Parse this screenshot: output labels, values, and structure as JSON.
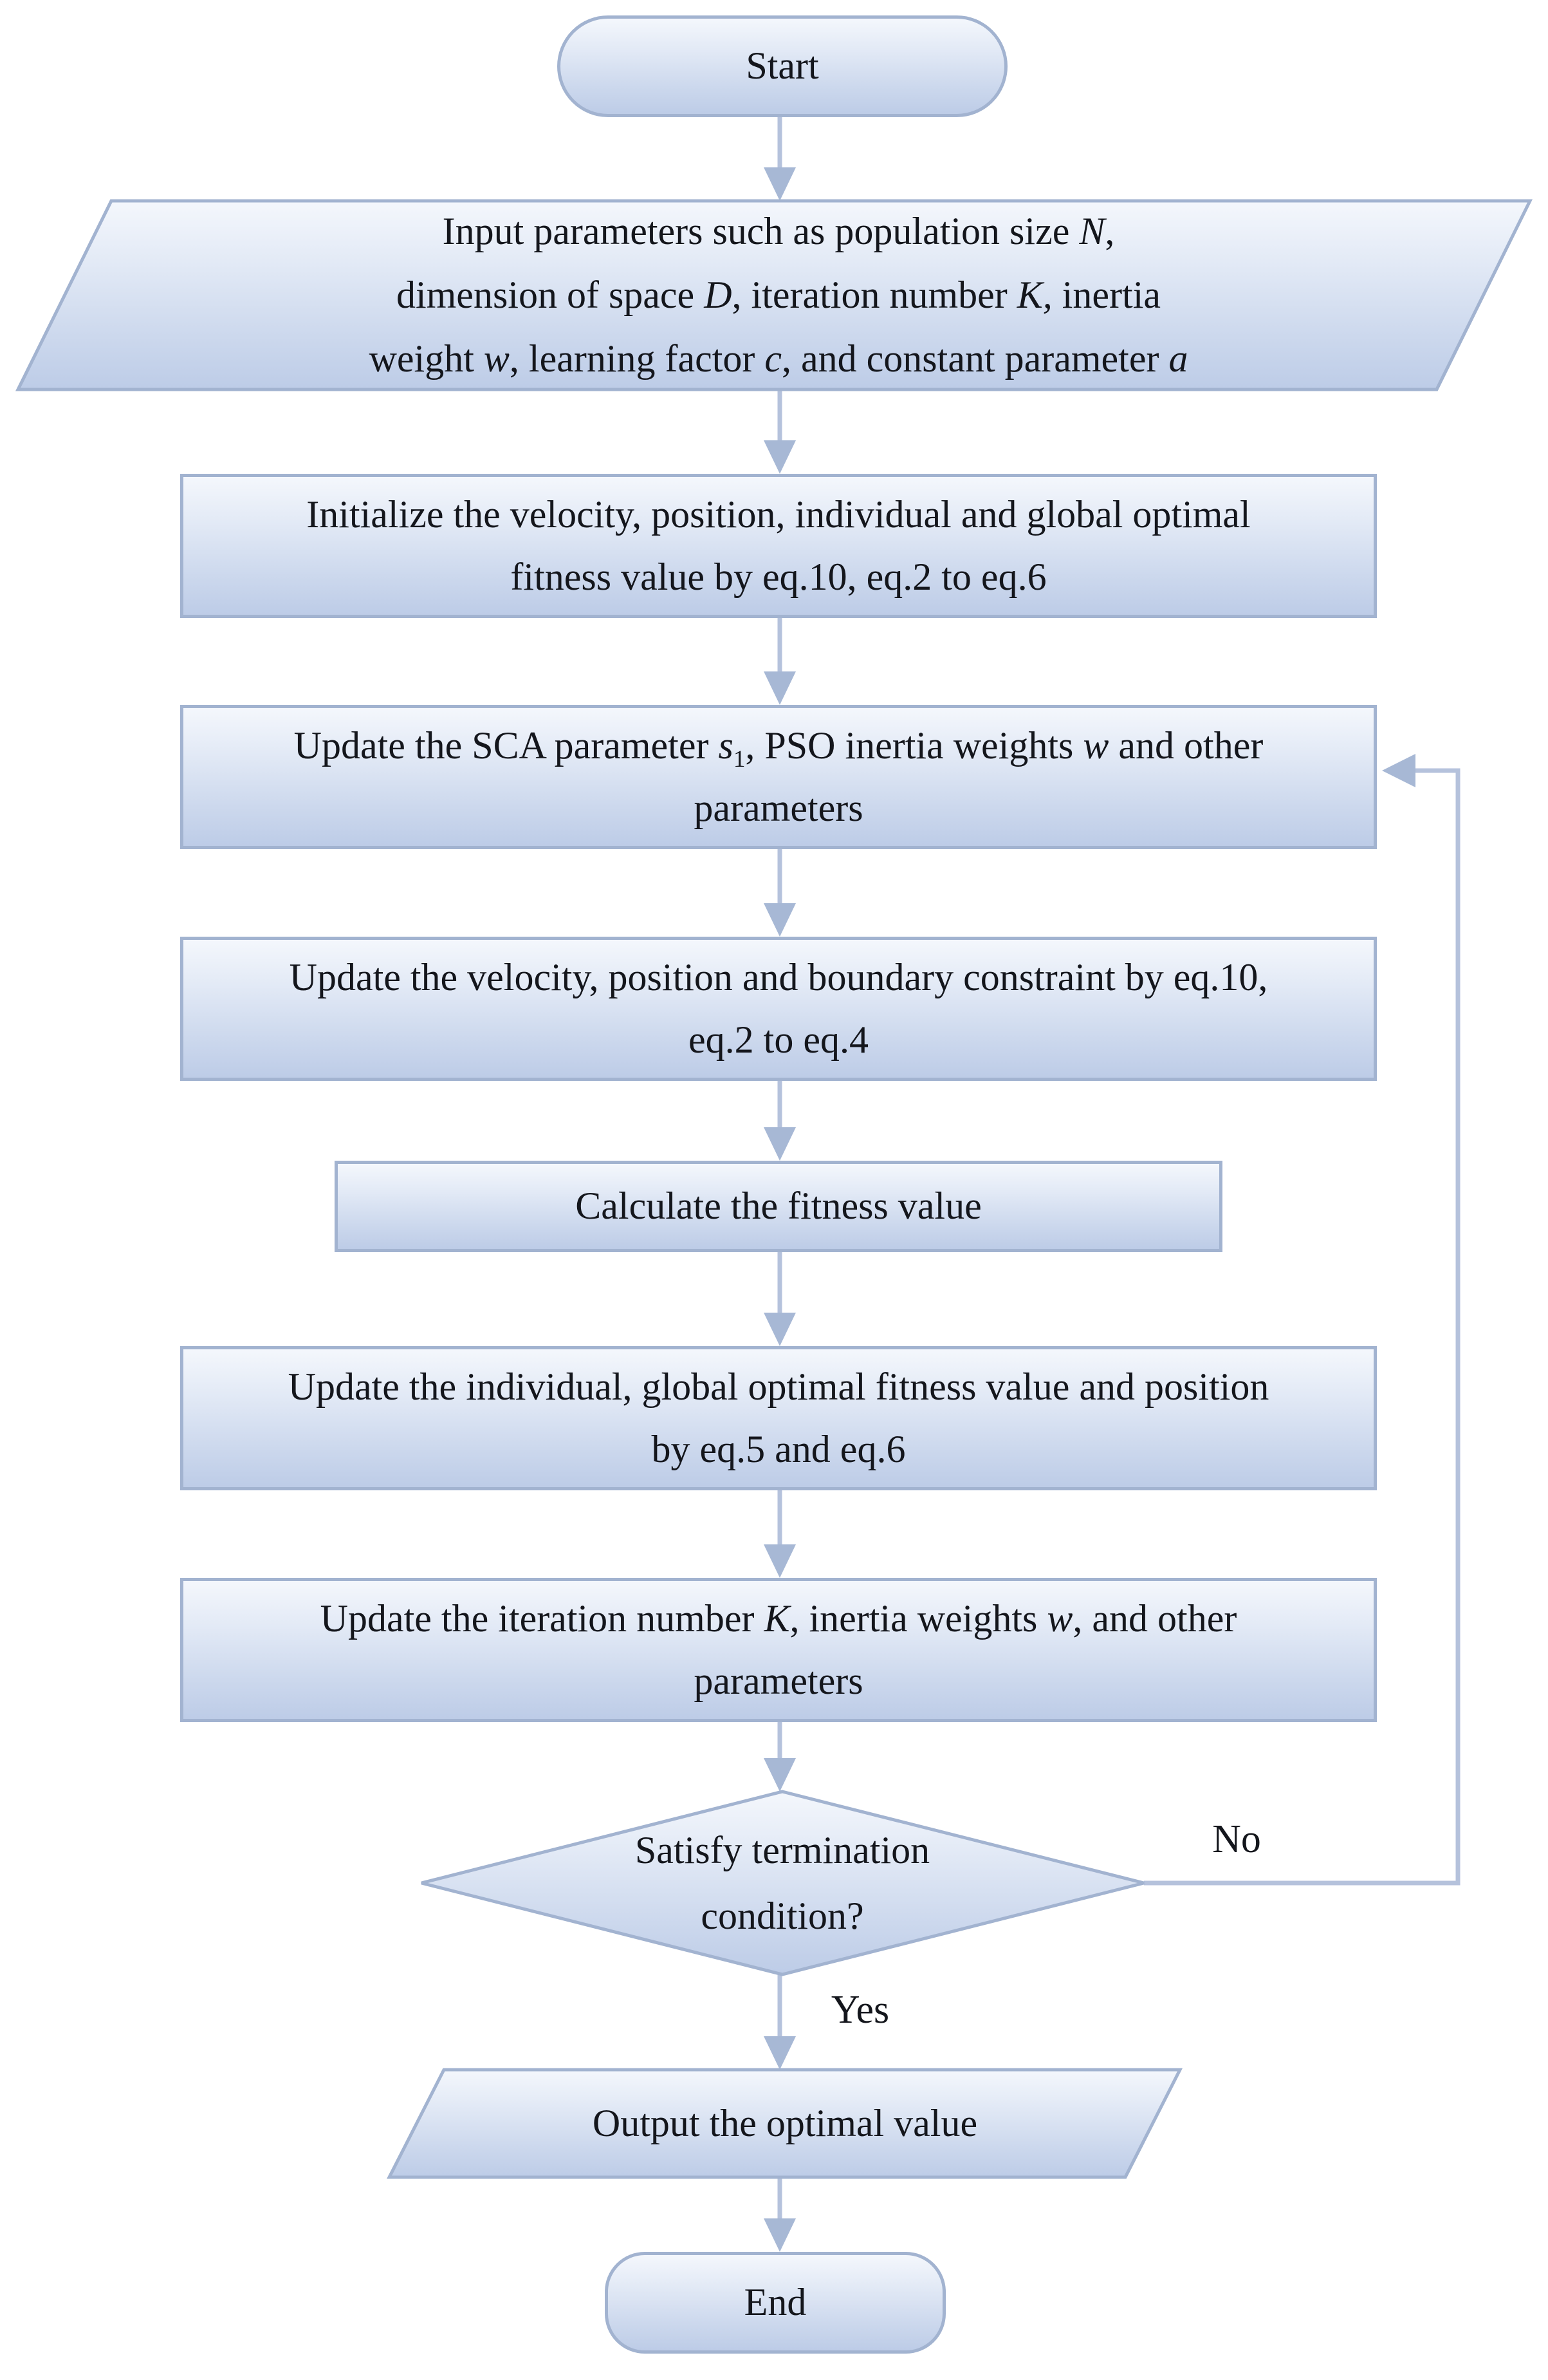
{
  "diagram_type": "flowchart",
  "colors": {
    "shape_fill_top": "#f4f7fc",
    "shape_fill_bottom": "#bdcce7",
    "shape_border": "#a2b3d0",
    "connector_line": "#b5c2dc",
    "arrowhead": "#a7b8d5",
    "text": "#14161c",
    "background": "#ffffff"
  },
  "nodes": {
    "start": {
      "shape": "stadium",
      "label": "Start"
    },
    "input": {
      "shape": "parallelogram",
      "lines": [
        [
          {
            "t": "Input parameters such as population size "
          },
          {
            "t": "N",
            "i": 1
          },
          {
            "t": ","
          }
        ],
        [
          {
            "t": "dimension of space "
          },
          {
            "t": "D",
            "i": 1
          },
          {
            "t": ", iteration number "
          },
          {
            "t": "K,",
            "i": 1
          },
          {
            "t": " inertia"
          }
        ],
        [
          {
            "t": "weight "
          },
          {
            "t": "w",
            "i": 1
          },
          {
            "t": ", learning factor "
          },
          {
            "t": "c",
            "i": 1
          },
          {
            "t": ", and constant parameter "
          },
          {
            "t": "a",
            "i": 1
          }
        ]
      ]
    },
    "initialize": {
      "shape": "process",
      "lines": [
        [
          {
            "t": "Initialize the velocity, position, individual and global optimal"
          }
        ],
        [
          {
            "t": "fitness value by eq.10, eq.2 to eq.6"
          }
        ]
      ]
    },
    "update_sca": {
      "shape": "process",
      "lines": [
        [
          {
            "t": "Update the SCA parameter "
          },
          {
            "t": "s",
            "i": 1
          },
          {
            "t": "1",
            "sub": 1
          },
          {
            "t": ", PSO inertia weights "
          },
          {
            "t": "w",
            "i": 1
          },
          {
            "t": " and other"
          }
        ],
        [
          {
            "t": "parameters"
          }
        ]
      ]
    },
    "update_velocity": {
      "shape": "process",
      "lines": [
        [
          {
            "t": "Update the velocity, position and boundary constraint by eq.10,"
          }
        ],
        [
          {
            "t": "eq.2 to eq.4"
          }
        ]
      ]
    },
    "calculate_fitness": {
      "shape": "process",
      "lines": [
        [
          {
            "t": "Calculate the fitness value"
          }
        ]
      ]
    },
    "update_optimal": {
      "shape": "process",
      "lines": [
        [
          {
            "t": "Update the individual, global optimal fitness value and position"
          }
        ],
        [
          {
            "t": "by eq.5 and eq.6"
          }
        ]
      ]
    },
    "update_iteration": {
      "shape": "process",
      "lines": [
        [
          {
            "t": "Update the iteration number "
          },
          {
            "t": "K",
            "i": 1
          },
          {
            "t": ", inertia weights "
          },
          {
            "t": "w",
            "i": 1
          },
          {
            "t": ", and other"
          }
        ],
        [
          {
            "t": "parameters"
          }
        ]
      ]
    },
    "decision": {
      "shape": "decision",
      "lines": [
        [
          {
            "t": "Satisfy termination"
          }
        ],
        [
          {
            "t": "condition?"
          }
        ]
      ]
    },
    "output": {
      "shape": "parallelogram",
      "lines": [
        [
          {
            "t": "Output the optimal value"
          }
        ]
      ]
    },
    "end": {
      "shape": "stadium",
      "label": "End"
    }
  },
  "edges": [
    {
      "from": "start",
      "to": "input"
    },
    {
      "from": "input",
      "to": "initialize"
    },
    {
      "from": "initialize",
      "to": "update_sca"
    },
    {
      "from": "update_sca",
      "to": "update_velocity"
    },
    {
      "from": "update_velocity",
      "to": "calculate_fitness"
    },
    {
      "from": "calculate_fitness",
      "to": "update_optimal"
    },
    {
      "from": "update_optimal",
      "to": "update_iteration"
    },
    {
      "from": "update_iteration",
      "to": "decision"
    },
    {
      "from": "decision",
      "to": "update_sca",
      "label": "No"
    },
    {
      "from": "decision",
      "to": "output",
      "label": "Yes"
    },
    {
      "from": "output",
      "to": "end"
    }
  ]
}
